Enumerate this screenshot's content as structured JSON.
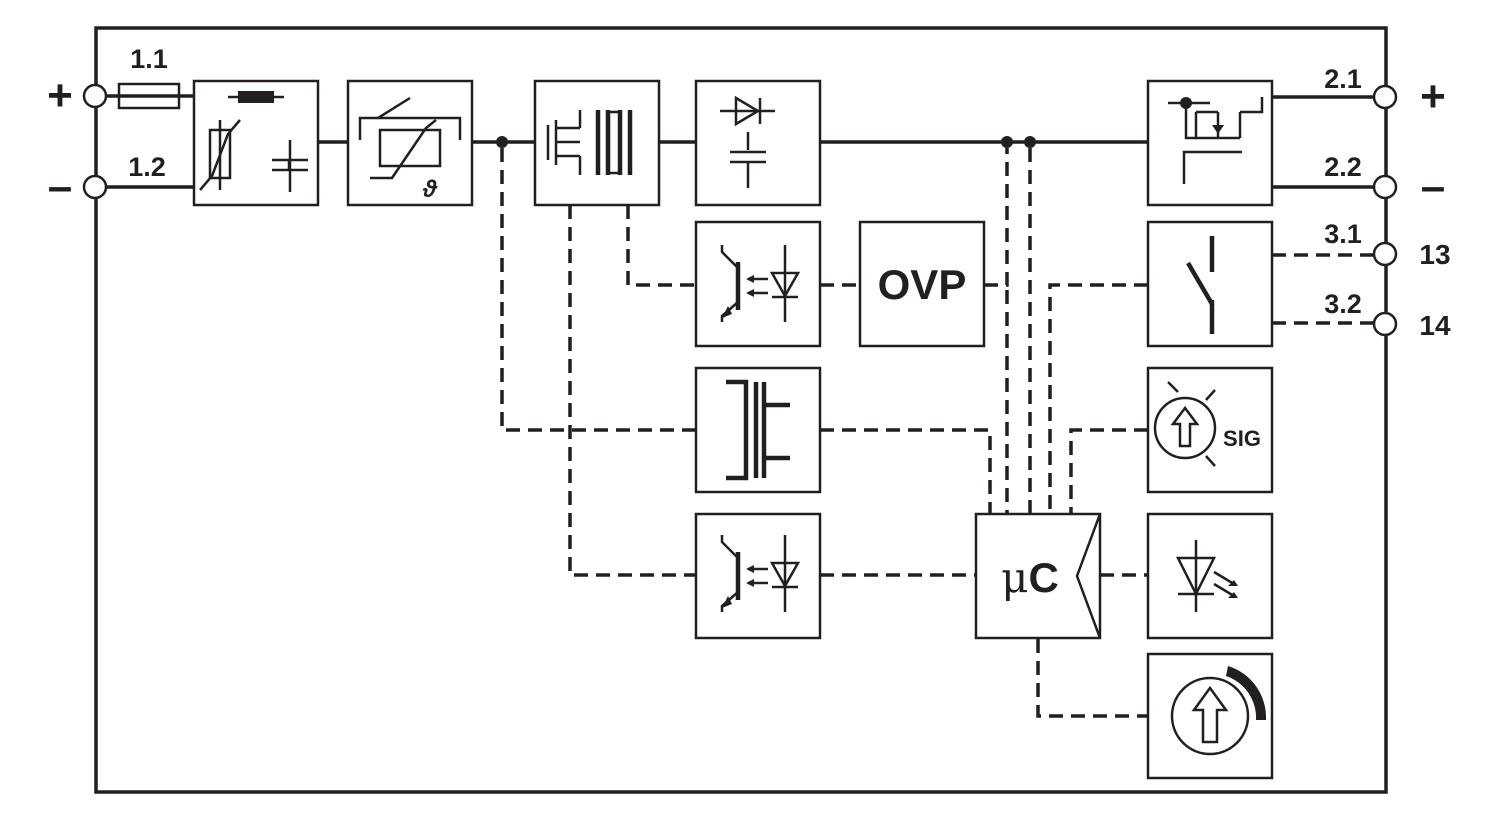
{
  "terminals": {
    "in_plus": "1.1",
    "in_minus": "1.2",
    "out_plus": "2.1",
    "out_minus": "2.2",
    "relay_1": "3.1",
    "relay_2": "3.2"
  },
  "polarity": {
    "plus": "+",
    "minus": "–"
  },
  "relay_pins": {
    "pin_a": "13",
    "pin_b": "14"
  },
  "blocks": {
    "ovp": "OVP",
    "sig": "SIG",
    "uc_mu": "μ",
    "uc_c": "C",
    "theta": "ϑ"
  }
}
